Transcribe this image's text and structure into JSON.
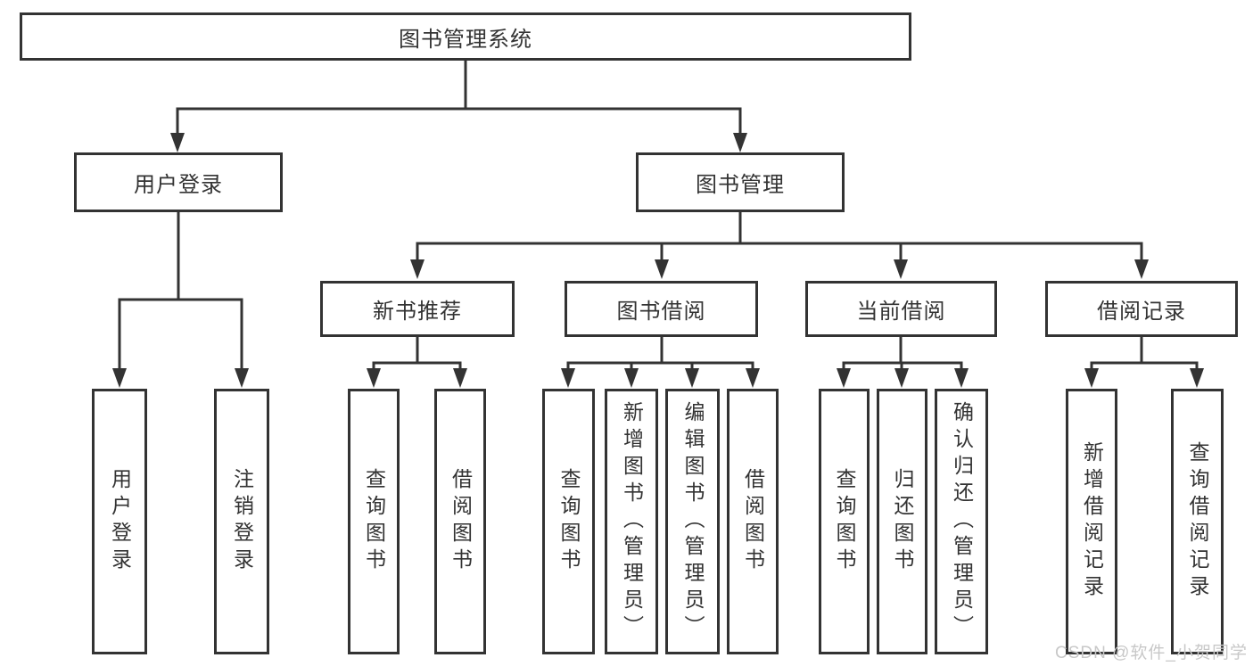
{
  "diagram": {
    "root": {
      "label": "图书管理系统"
    },
    "level2": [
      {
        "label": "用户登录"
      },
      {
        "label": "图书管理"
      }
    ],
    "level3": [
      {
        "label": "新书推荐"
      },
      {
        "label": "图书借阅"
      },
      {
        "label": "当前借阅"
      },
      {
        "label": "借阅记录"
      }
    ],
    "leaves": {
      "user_login": [
        "用户登录",
        "注销登录"
      ],
      "new_book_recommend": [
        "查询图书",
        "借阅图书"
      ],
      "book_borrow": [
        "查询图书",
        "新增图书（管理员）",
        "编辑图书（管理员）",
        "借阅图书"
      ],
      "current_borrow": [
        "查询图书",
        "归还图书",
        "确认归还（管理员）"
      ],
      "borrow_records": [
        "新增借阅记录",
        "查询借阅记录"
      ]
    }
  },
  "watermark": {
    "text": "CSDN @软件_小贺同学"
  },
  "colors": {
    "line": "#333333",
    "text": "#333333",
    "background": "#ffffff",
    "watermark": "#c8c8c8"
  }
}
